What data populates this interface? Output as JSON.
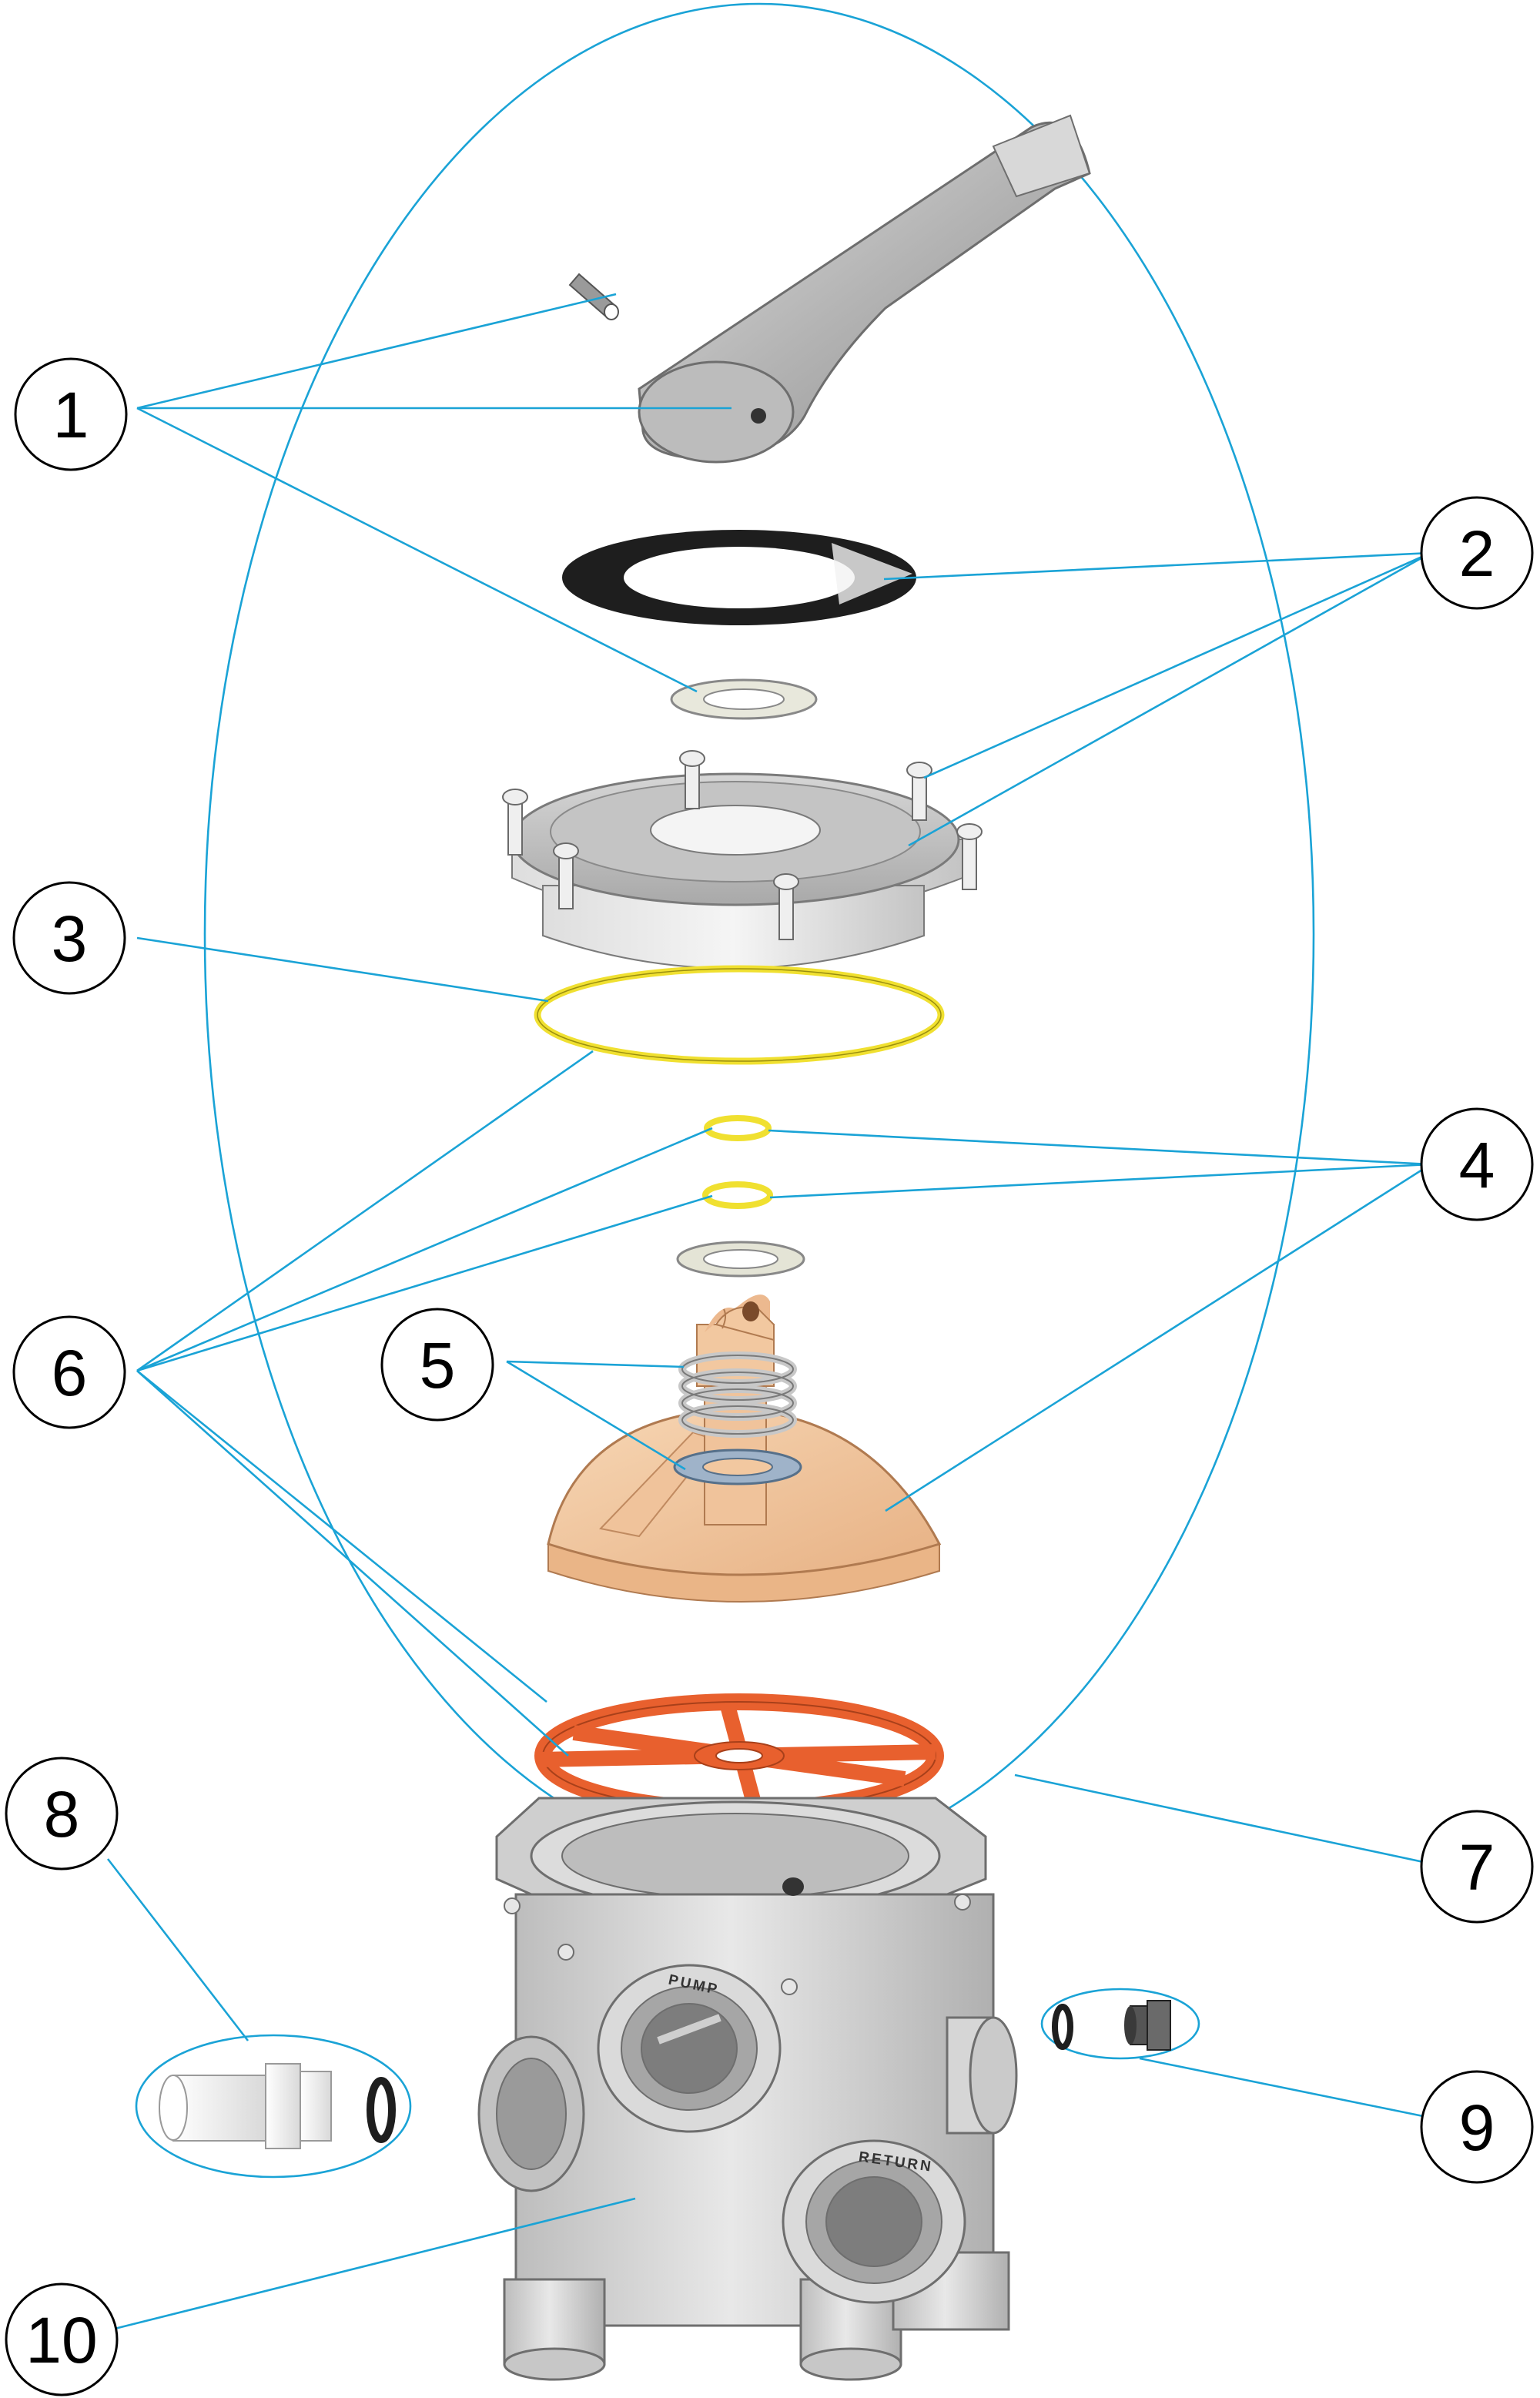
{
  "callouts": [
    {
      "id": "1",
      "label": "1"
    },
    {
      "id": "2",
      "label": "2"
    },
    {
      "id": "3",
      "label": "3"
    },
    {
      "id": "4",
      "label": "4"
    },
    {
      "id": "5",
      "label": "5"
    },
    {
      "id": "6",
      "label": "6"
    },
    {
      "id": "7",
      "label": "7"
    },
    {
      "id": "8",
      "label": "8"
    },
    {
      "id": "9",
      "label": "9"
    },
    {
      "id": "10",
      "label": "10"
    }
  ],
  "ports": {
    "pump": "PUMP",
    "return": "RETURN"
  },
  "colors": {
    "leader": "#1aa3d6",
    "gray_part": "#c9c9c9",
    "o_ring": "#f0e030",
    "rotor": "#f2c8a0",
    "spider_gasket": "#e8602e",
    "flat_gasket": "#1e1e1e"
  }
}
